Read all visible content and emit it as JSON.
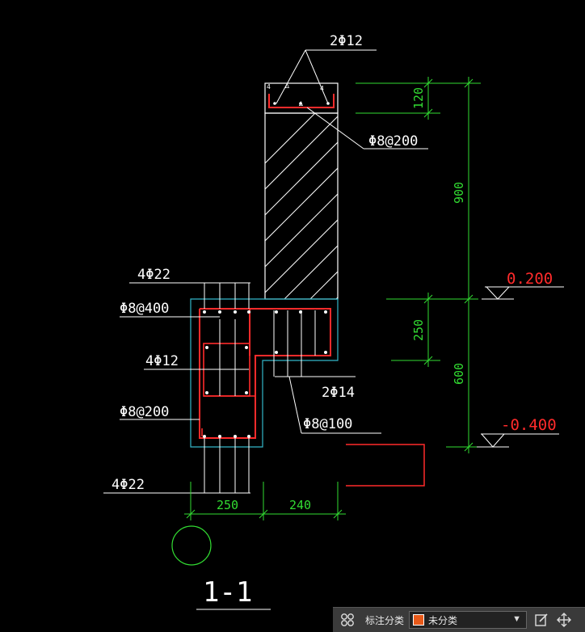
{
  "colors": {
    "background": "#000000",
    "outline": "#ffffff",
    "rebar": "#ff2b2b",
    "dimension": "#32dc32",
    "concrete_edge": "#33b7c9",
    "toolbar_bg": "#3a3a3a",
    "swatch": "#e85a1a"
  },
  "labels": {
    "top_rebar": "2Φ12",
    "top_stirrup": "Φ8@200",
    "left_top_bars": "4Φ22",
    "left_stirrup_400": "Φ8@400",
    "left_mid_bars": "4Φ12",
    "left_stirrup_200": "Φ8@200",
    "left_bottom_bars": "4Φ22",
    "right_bars": "2Φ14",
    "right_stirrup": "Φ8@100"
  },
  "dimensions": {
    "coping_height": "120",
    "wall_height": "900",
    "ledge_height": "250",
    "lower_height": "600",
    "base_left": "250",
    "base_right": "240"
  },
  "elevations": {
    "upper": "0.200",
    "lower": "-0.400"
  },
  "section_title": "1-1",
  "toolbar": {
    "grid_icon": "grid-icon",
    "label": "标注分类",
    "selected_value": "未分类",
    "dropdown_icon": "chevron-down-icon",
    "edit_icon": "edit-icon",
    "move_icon": "move-icon"
  }
}
